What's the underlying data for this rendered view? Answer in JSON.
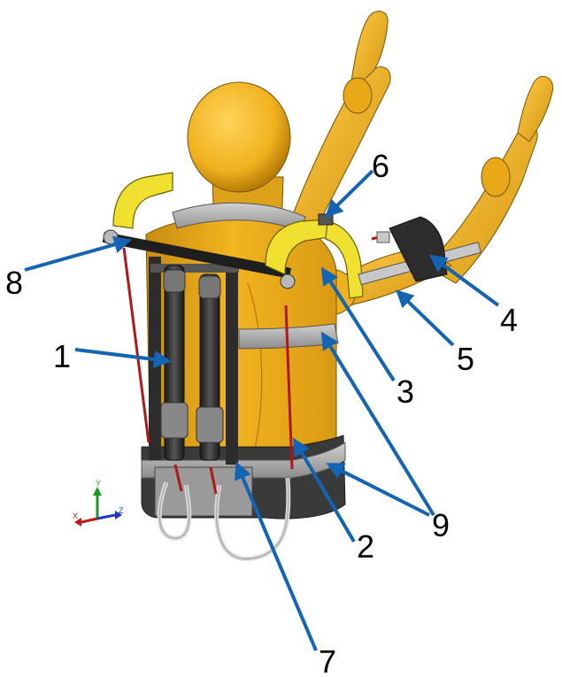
{
  "diagram": {
    "callouts": [
      {
        "id": "label-1",
        "text": "1"
      },
      {
        "id": "label-2",
        "text": "2"
      },
      {
        "id": "label-3",
        "text": "3"
      },
      {
        "id": "label-4",
        "text": "4"
      },
      {
        "id": "label-5",
        "text": "5"
      },
      {
        "id": "label-6",
        "text": "6"
      },
      {
        "id": "label-7",
        "text": "7"
      },
      {
        "id": "label-8",
        "text": "8"
      },
      {
        "id": "label-9",
        "text": "9"
      }
    ],
    "axis_triad": {
      "x": "X",
      "y": "Y",
      "z": "Z"
    }
  },
  "colors": {
    "mannequin": "#f0b11e",
    "mannequin_shade": "#c88a10",
    "bracket": "#f0e030",
    "frame": "#c8c8c8",
    "actuator": "#2c2c2c",
    "cable": "#b01818",
    "arrow": "#1464b4",
    "base": "#3a3a3a"
  }
}
